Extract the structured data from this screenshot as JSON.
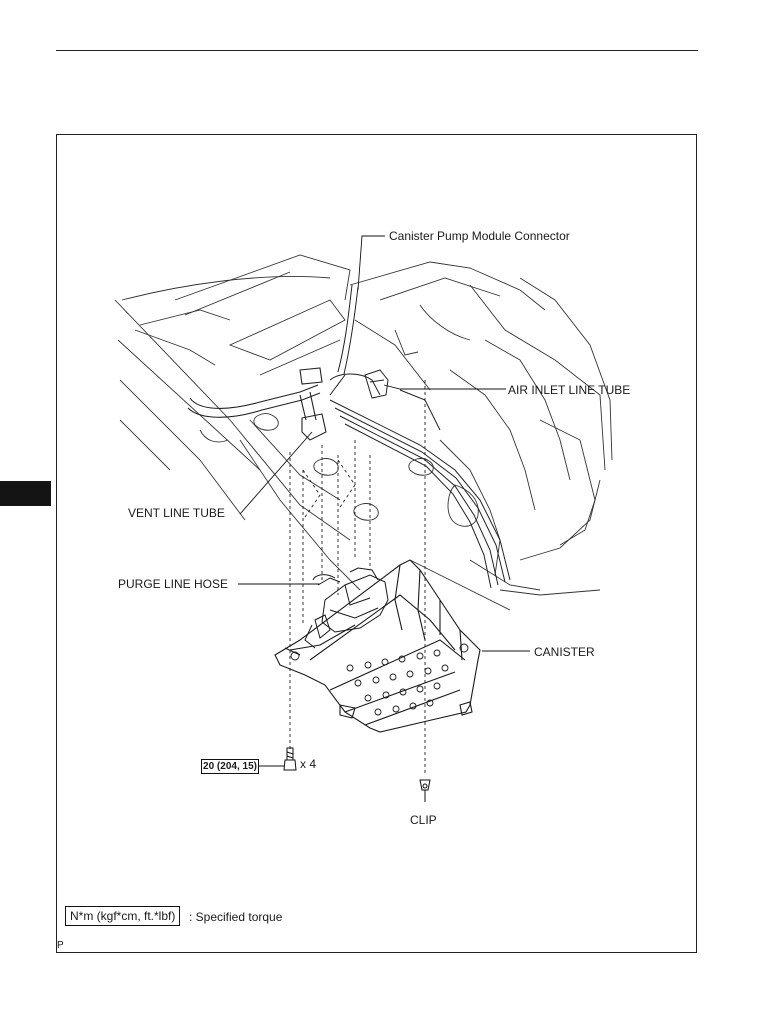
{
  "labels": {
    "connector": "Canister Pump Module Connector",
    "air_inlet": "AIR INLET LINE TUBE",
    "vent_line": "VENT LINE TUBE",
    "purge_line": "PURGE LINE HOSE",
    "canister": "CANISTER",
    "clip": "CLIP"
  },
  "torque": {
    "value": "20 (204, 15)",
    "quantity": "x 4"
  },
  "legend": {
    "unit_box": "N*m (kgf*cm, ft.*lbf)",
    "description": ": Specified torque"
  },
  "page_marker": "P"
}
